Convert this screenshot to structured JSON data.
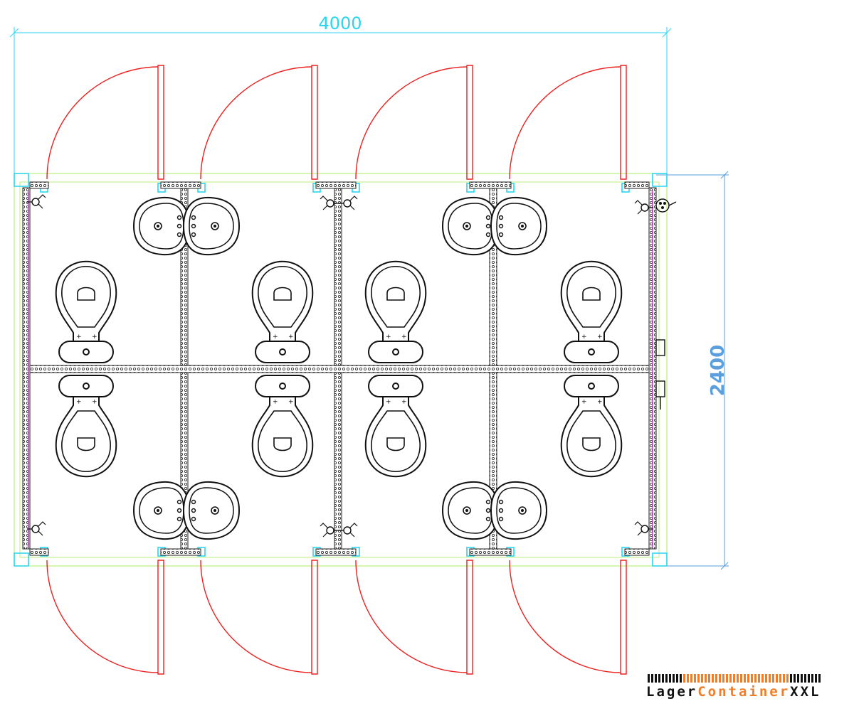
{
  "dimensions": {
    "width_label": "4000",
    "height_label": "2400"
  },
  "logo": {
    "part1": "Lager",
    "part2": "Container",
    "part3": "XXL"
  },
  "colors": {
    "door": "#ee2020",
    "wall_hatch": "#222222",
    "dimension_horizontal": "#29d6f0",
    "dimension_vertical": "#5b9fde",
    "outline_green": "#b8f07a",
    "purple_wall": "#c040c0",
    "logo_dark": "#111111",
    "logo_orange": "#f07d28"
  },
  "icons": [
    "toilet-icon",
    "sink-icon",
    "door-swing-icon",
    "light-switch-icon",
    "socket-icon"
  ]
}
